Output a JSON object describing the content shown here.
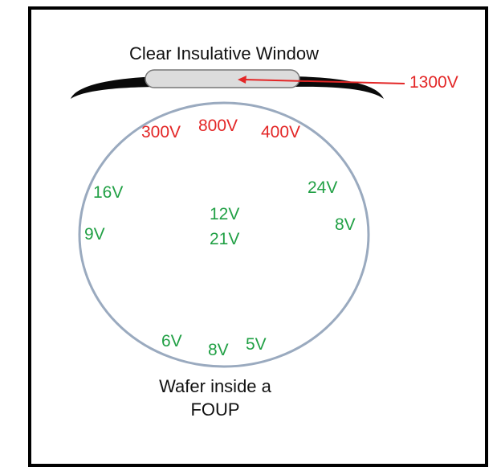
{
  "window_label": "Clear Insulative Window",
  "window_voltage": "1300V",
  "wafer_label_line1": "Wafer inside a",
  "wafer_label_line2": "FOUP",
  "measurements": {
    "top_left": "300V",
    "top_center": "800V",
    "top_right": "400V",
    "upper_left": "16V",
    "left": "9V",
    "center_upper": "12V",
    "center_lower": "21V",
    "upper_right": "24V",
    "right": "8V",
    "bottom_left": "6V",
    "bottom_center": "8V",
    "bottom_right": "5V"
  },
  "colors": {
    "high_voltage": "#e32626",
    "low_voltage": "#21a045",
    "wafer_outline": "#9aaabf",
    "window_fill": "#dcdcdc",
    "housing": "#0a0a0a"
  }
}
